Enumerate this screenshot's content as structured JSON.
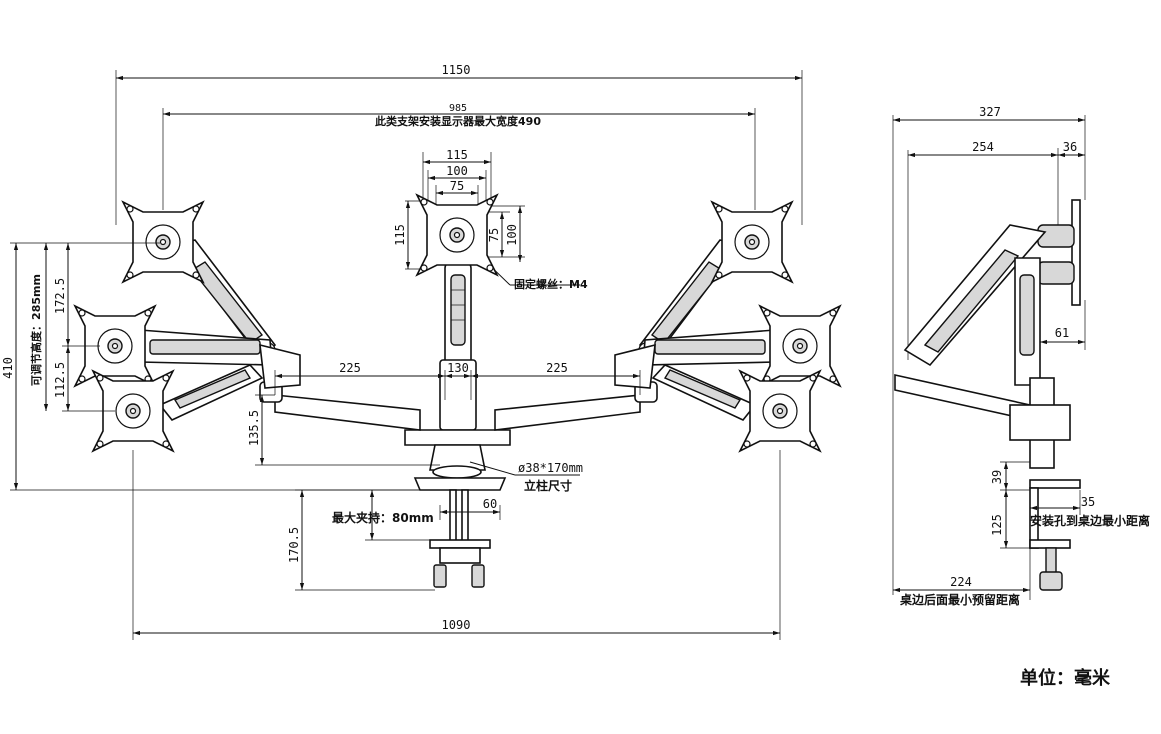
{
  "front_view": {
    "overall_width": "1150",
    "spread_width": "985",
    "max_display_note": "此类支架安装显示器最大宽度490",
    "vesa_outer": "115",
    "vesa_mid": "100",
    "vesa_inner": "75",
    "vesa_height_115": "115",
    "vesa_height_75": "75",
    "vesa_height_100": "100",
    "screw_note": "固定螺丝：M4",
    "arm_left": "225",
    "arm_center": "130",
    "arm_right": "225",
    "arm_drop": "135.5",
    "pole_note": "ø38*170mm",
    "pole_label": "立柱尺寸",
    "adjust_height_label": "可调节高度：285mm",
    "upper_adjust": "172.5",
    "lower_adjust": "112.5",
    "total_height": "410",
    "clamp_label": "最大夹持：80mm",
    "clamp_depth": "60",
    "clamp_height": "170.5",
    "bottom_width": "1090"
  },
  "side_view": {
    "depth_total": "327",
    "depth_arm": "254",
    "depth_head": "36",
    "offset_61": "61",
    "pole_top": "39",
    "mount_edge": "35",
    "mount_edge_label": "安装孔到桌边最小距离",
    "clamp_125": "125",
    "rear_clearance": "224",
    "rear_clearance_label": "桌边后面最小预留距离"
  },
  "units_label": "单位：毫米"
}
